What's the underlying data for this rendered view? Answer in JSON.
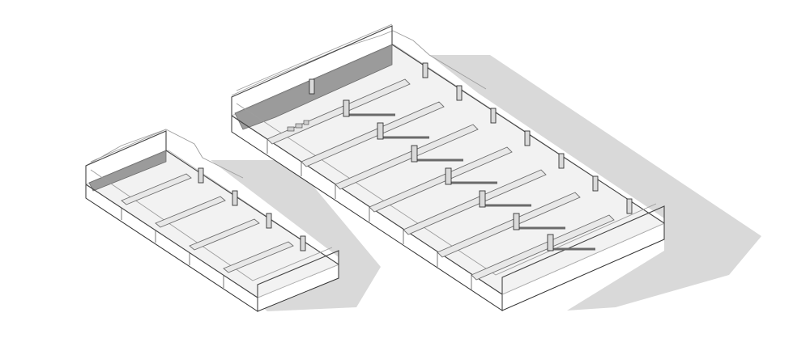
{
  "drawing": {
    "description_visible_text": "",
    "buildings": [
      {
        "id": "small-greenhouse",
        "bays": 6,
        "columns": 4
      },
      {
        "id": "large-greenhouse",
        "bays": 9,
        "columns": 8,
        "inner_columns": 7
      }
    ],
    "colors": {
      "background": "#ffffff",
      "shadow": "#d9d9d9",
      "dark_wall": "#8c8c8c",
      "outline": "#333333"
    }
  }
}
